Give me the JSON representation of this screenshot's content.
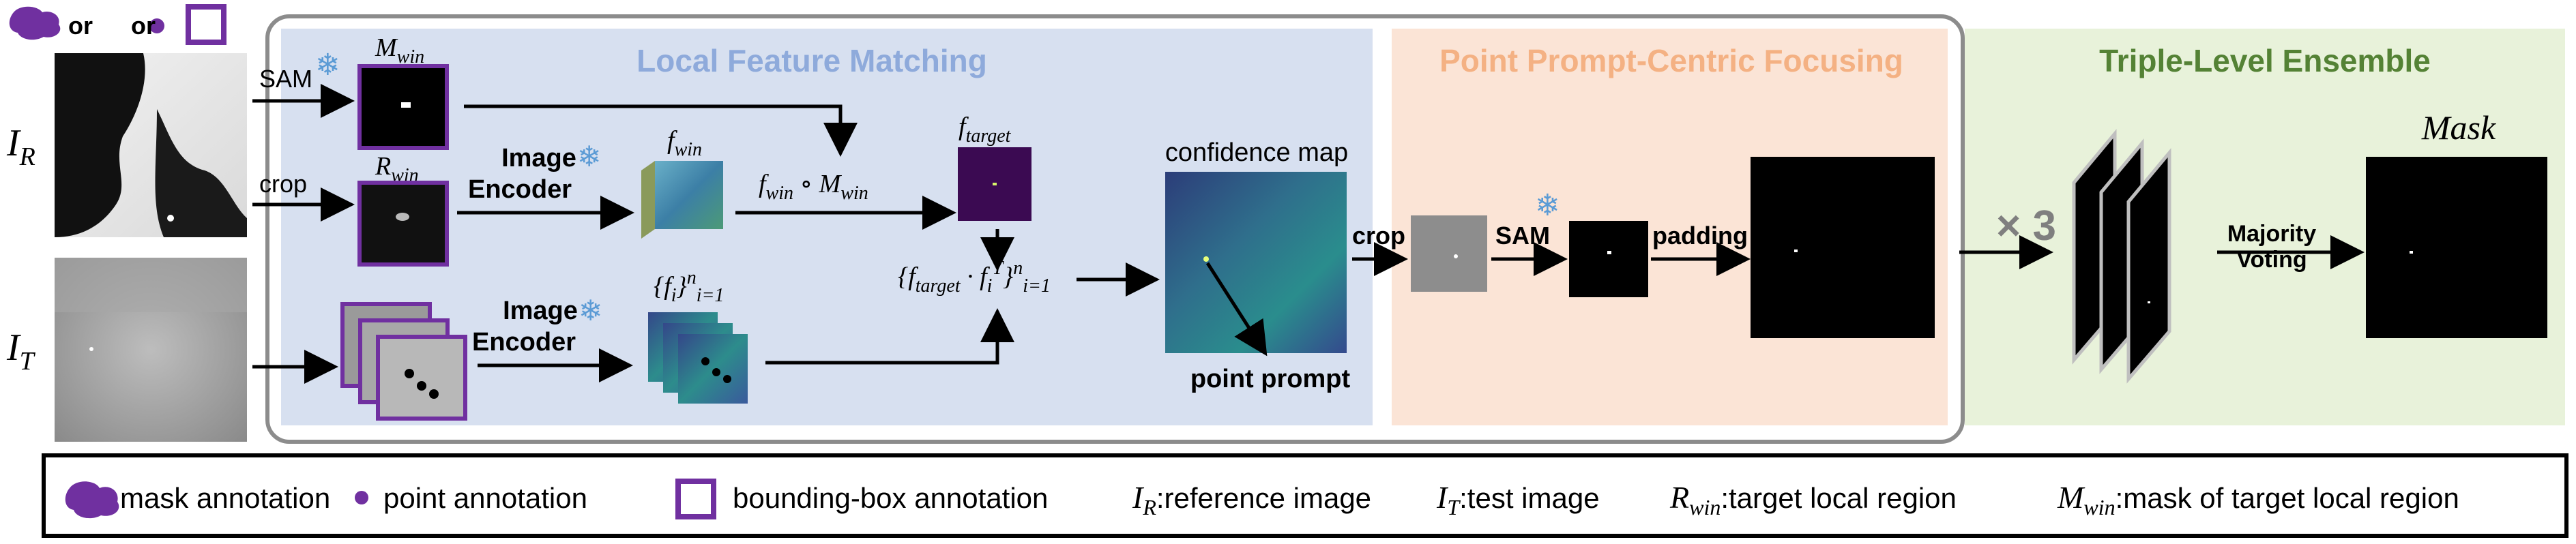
{
  "sections": {
    "local_feature_matching": "Local Feature Matching",
    "point_prompt_focusing": "Point Prompt-Centric Focusing",
    "triple_level_ensemble": "Triple-Level Ensemble"
  },
  "inputs": {
    "or_label": "or",
    "or_label_2": "or",
    "reference_symbol": "I",
    "reference_sub": "R",
    "test_symbol": "I",
    "test_sub": "T"
  },
  "labels": {
    "sam_1": "SAM",
    "crop_1": "crop",
    "m_win": "M",
    "m_win_sub": "win",
    "r_win": "R",
    "r_win_sub": "win",
    "image_encoder_1_line1": "Image",
    "image_encoder_1_line2": "Encoder",
    "image_encoder_2_line1": "Image",
    "image_encoder_2_line2": "Encoder",
    "f_win": "f",
    "f_win_sub": "win",
    "f_win_op": "f",
    "f_win_op_sub": "win",
    "f_win_op_circ": " ∘ M",
    "f_win_op_msub": "win",
    "f_target": "f",
    "f_target_sub": "target",
    "fi_set": "{f",
    "fi_set_sub": "i",
    "fi_set_close": "}",
    "fi_set_supn": "n",
    "fi_set_subi1": "i=1",
    "similarity_open": "{f",
    "similarity_target_sub": "target",
    "similarity_dot": " · f",
    "similarity_i_sub": "i",
    "similarity_T_sup": "T",
    "similarity_close": "}",
    "similarity_n_sup": "n",
    "similarity_range_sub": "i=1",
    "confidence_map": "confidence map",
    "point_prompt": "point prompt",
    "crop_2": "crop",
    "sam_2": "SAM",
    "padding": "padding",
    "times_three": "× 3",
    "mask_title": "Mask",
    "majority_voting_line1": "Majority",
    "majority_voting_line2": "Voting"
  },
  "legend": {
    "mask_annotation": "mask annotation",
    "point_annotation": "point annotation",
    "bbox_annotation": "bounding-box annotation",
    "ir_symbol": "I",
    "ir_sub": "R",
    "ir_desc": ":reference image",
    "it_symbol": "I",
    "it_sub": "T",
    "it_desc": ":test image",
    "rwin_symbol": "R",
    "rwin_sub": "win",
    "rwin_desc": ":target local region",
    "mwin_symbol": "M",
    "mwin_sub": "win",
    "mwin_desc": ":mask of target local region"
  },
  "colors": {
    "local_bg": "#d7e0f0",
    "focus_bg": "#fbe4d6",
    "ensemble_bg": "#e8f2da",
    "local_title": "#8eaadb",
    "focus_title": "#f4b183",
    "ensemble_title": "#548235",
    "purple": "#7030a0",
    "frozen": "#5b9bd5",
    "arrow": "#000000",
    "heat_dark": "#3b4a8a",
    "heat_mid": "#2f8c8c"
  },
  "icons": {
    "frozen": "snowflake-icon",
    "mask": "mask-blob-icon",
    "point": "point-dot-icon",
    "box": "bounding-box-icon"
  }
}
